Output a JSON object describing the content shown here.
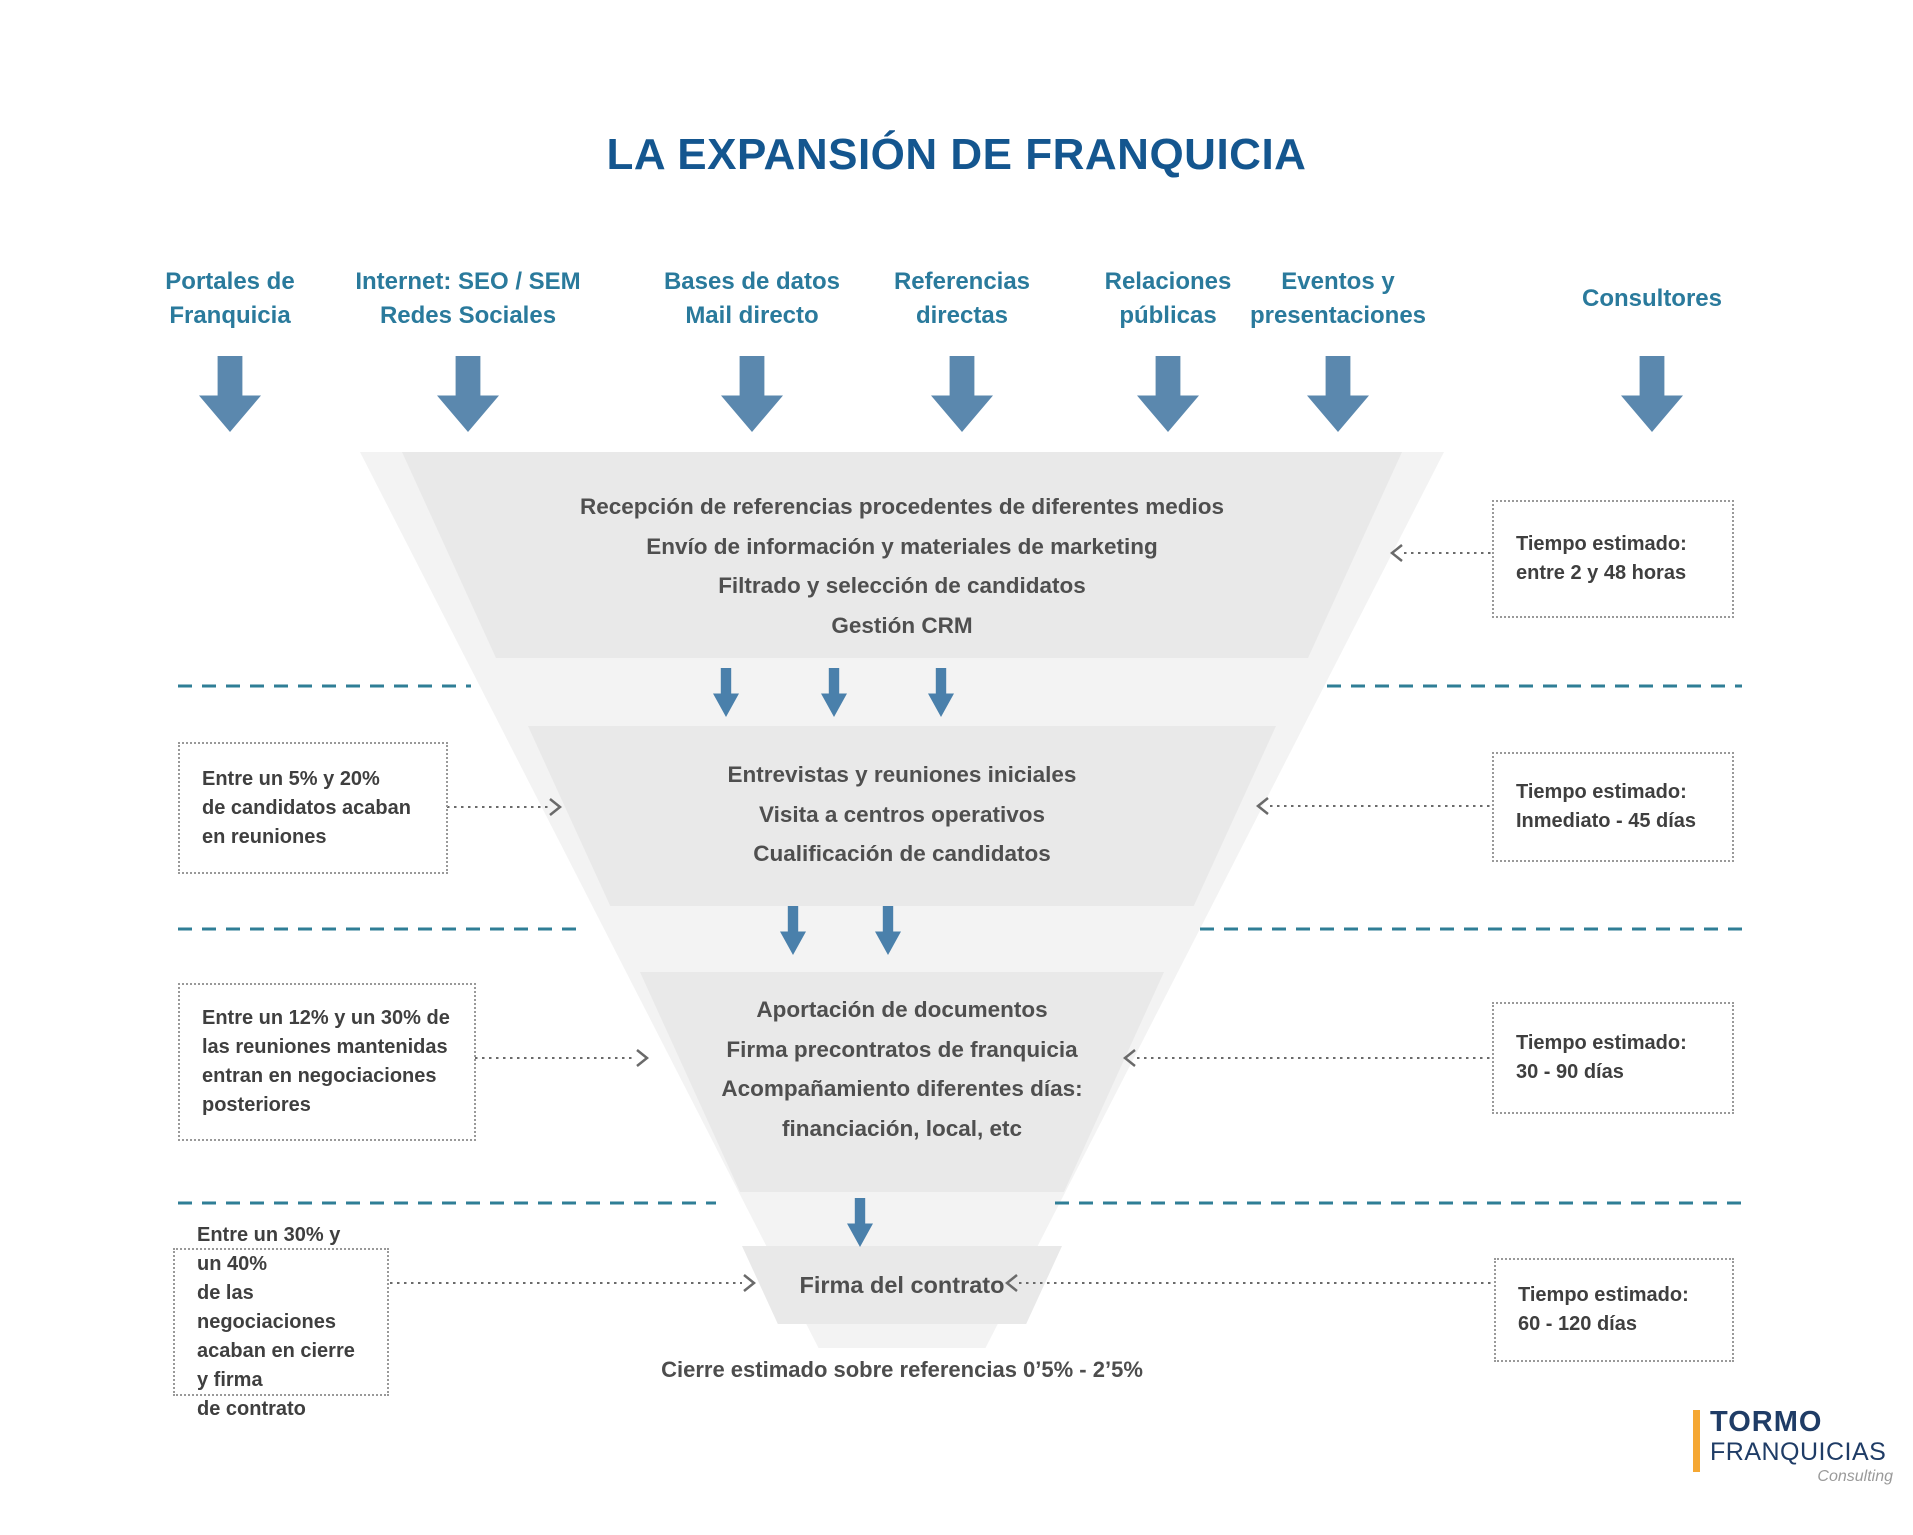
{
  "title": "LA EXPANSIÓN DE FRANQUICIA",
  "channels": [
    {
      "lines": [
        "Portales de",
        "Franquicia"
      ]
    },
    {
      "lines": [
        "Internet: SEO / SEM",
        "Redes Sociales"
      ]
    },
    {
      "lines": [
        "Bases de datos",
        "Mail directo"
      ]
    },
    {
      "lines": [
        "Referencias",
        "directas"
      ]
    },
    {
      "lines": [
        "Relaciones",
        "públicas"
      ]
    },
    {
      "lines": [
        "Eventos y",
        "presentaciones"
      ]
    },
    {
      "lines": [
        "Consultores"
      ]
    }
  ],
  "funnel_stages": [
    {
      "lines": [
        "Recepción de referencias procedentes de diferentes medios",
        "Envío de información y materiales de marketing",
        "Filtrado y selección de candidatos",
        "Gestión CRM"
      ]
    },
    {
      "lines": [
        "Entrevistas y reuniones iniciales",
        "Visita a centros operativos",
        "Cualificación de candidatos"
      ]
    },
    {
      "lines": [
        "Aportación de documentos",
        "Firma precontratos de franquicia",
        "Acompañamiento diferentes días:",
        "financiación, local, etc"
      ]
    },
    {
      "lines": [
        "Firma del contrato"
      ]
    }
  ],
  "left_notes": [
    {
      "lines": [
        "Entre un 5% y 20%",
        "de candidatos acaban",
        "en reuniones"
      ]
    },
    {
      "lines": [
        "Entre un 12% y un 30% de",
        "las reuniones mantenidas",
        "entran en negociaciones",
        "posteriores"
      ]
    },
    {
      "lines": [
        "Entre un 30% y un 40%",
        "de las negociaciones",
        "acaban en cierre y firma",
        "de contrato"
      ]
    }
  ],
  "right_notes": [
    {
      "lines": [
        "Tiempo estimado:",
        "entre 2 y 48 horas"
      ]
    },
    {
      "lines": [
        "Tiempo estimado:",
        "Inmediato - 45 días"
      ]
    },
    {
      "lines": [
        "Tiempo estimado:",
        "30 - 90 días"
      ]
    },
    {
      "lines": [
        "Tiempo estimado:",
        "60 - 120 días"
      ]
    }
  ],
  "footer_note": "Cierre estimado sobre referencias 0’5% - 2’5%",
  "logo": {
    "line1": "TORMO",
    "line2": "FRANQUICIAS",
    "line3": "Consulting"
  },
  "colors": {
    "title_navy": "#14568f",
    "channel_teal": "#2a7a9c",
    "big_arrow_blue": "#5b88ae",
    "small_arrow_blue": "#4a80ab",
    "separator_teal": "#2f7e96",
    "funnel_light": "#f3f3f3",
    "funnel_dark": "#e9e9e9",
    "note_text": "#3f3f3f",
    "logo_orange": "#f5a733",
    "logo_navy": "#1f3c66"
  }
}
